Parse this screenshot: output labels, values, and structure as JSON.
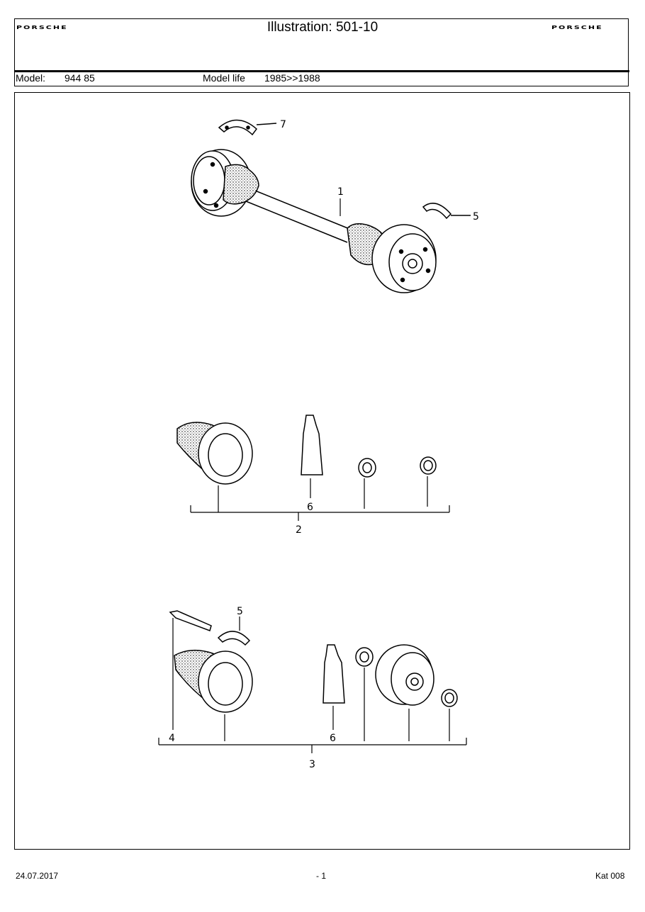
{
  "header": {
    "title": "Illustration: 501-10",
    "brand_left": "PORSCHE",
    "brand_right": "PORSCHE",
    "model_label": "Model:",
    "model_value": "944 85",
    "model_life_label": "Model life",
    "model_life_value": "1985>>1988"
  },
  "callouts": {
    "c1": "1",
    "c2": "2",
    "c3": "3",
    "c4": "4",
    "c5a": "5",
    "c5b": "5",
    "c6a": "6",
    "c6b": "6",
    "c7": "7"
  },
  "footer": {
    "date": "24.07.2017",
    "page": "- 1",
    "catalog": "Kat 008"
  }
}
